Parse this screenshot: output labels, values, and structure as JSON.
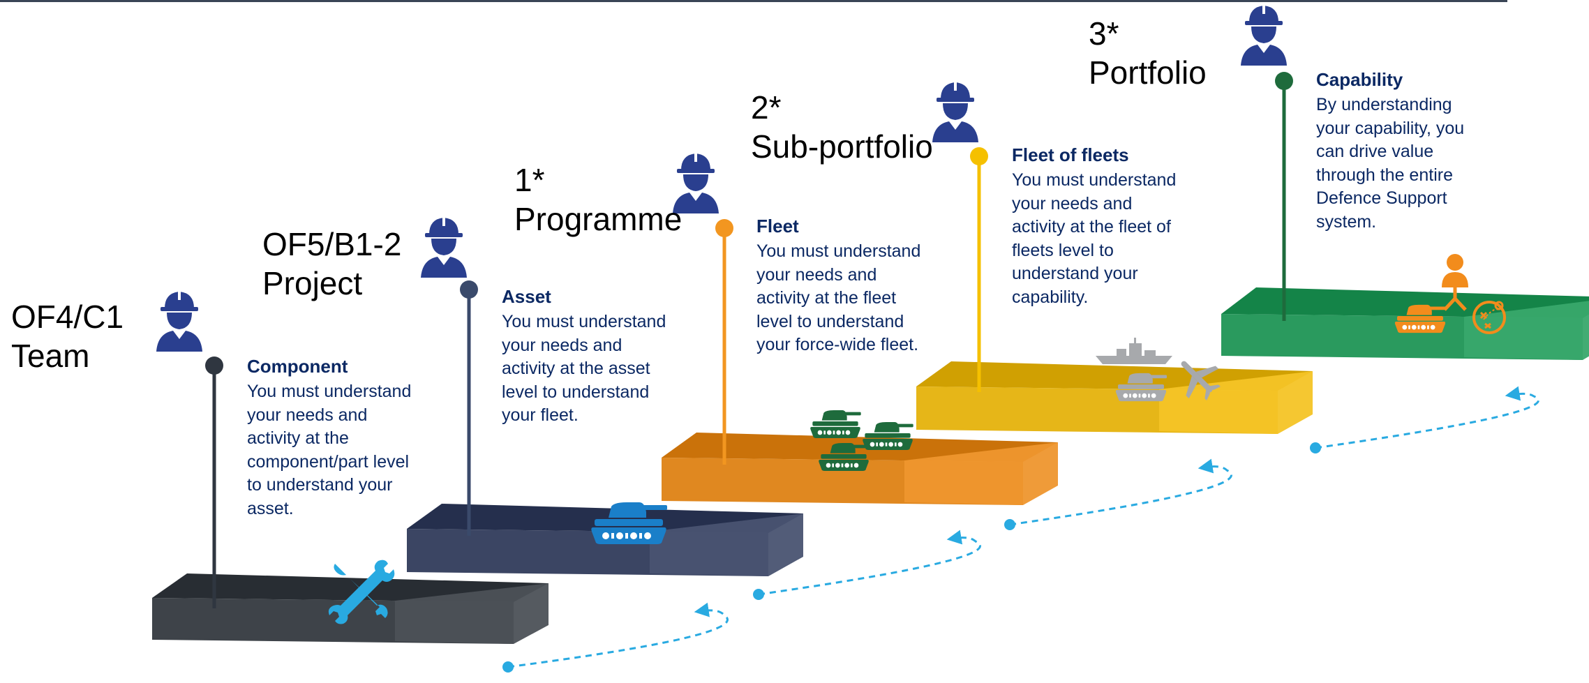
{
  "colors": {
    "navy_text": "#0b2863",
    "person_icon": "#2a3f8f",
    "arrow": "#29aae1",
    "tool": "#29aae1",
    "vehicle_blue": "#1a7fc9",
    "vehicle_green": "#1e6b3c",
    "vehicle_grey": "#a7a9ac",
    "capability_orange": "#f28c1c"
  },
  "levels": [
    {
      "grade": "OF4/C1",
      "name": "Team",
      "pin_color": "#2f3640",
      "step_color": "#3e4349",
      "icon": "hard-hat-person-icon"
    },
    {
      "grade": "OF5/B1-2",
      "name": "Project",
      "pin_color": "#3a4a6b",
      "step_color": "#3b4563",
      "icon": "hard-hat-person-icon"
    },
    {
      "grade": "1*",
      "name": "Programme",
      "pin_color": "#f29620",
      "step_color": "#e08820",
      "icon": "hard-hat-person-icon"
    },
    {
      "grade": "2*",
      "name": "Sub-portfolio",
      "pin_color": "#f5c000",
      "step_color": "#e6b618",
      "icon": "hard-hat-person-icon"
    },
    {
      "grade": "3*",
      "name": "Portfolio",
      "pin_color": "#1e6b3c",
      "step_color": "#2a9a5e",
      "icon": "hard-hat-person-icon"
    }
  ],
  "stages": [
    {
      "title": "Component",
      "lines": [
        "You must understand",
        "your needs and",
        "activity at the",
        "component/part level",
        "to understand your",
        "asset."
      ],
      "icon": "wrench-screwdriver-icon"
    },
    {
      "title": "Asset",
      "lines": [
        "You must understand",
        "your needs and",
        "activity at the asset",
        "level to understand",
        "your fleet."
      ],
      "icon": "tank-icon"
    },
    {
      "title": "Fleet",
      "lines": [
        "You must understand",
        "your needs and",
        "activity at the fleet",
        "level to understand",
        "your force-wide fleet."
      ],
      "icon": "tank-group-icon"
    },
    {
      "title": "Fleet of fleets",
      "lines": [
        "You must understand",
        "your needs and",
        "activity at the fleet of",
        "fleets level to",
        "understand your",
        "capability."
      ],
      "icon": "ship-tank-aircraft-icon"
    },
    {
      "title": "Capability",
      "lines": [
        "By understanding",
        "your capability, you",
        "can drive value",
        "through the entire",
        "Defence Support",
        "system."
      ],
      "icon": "capability-network-icon"
    }
  ]
}
